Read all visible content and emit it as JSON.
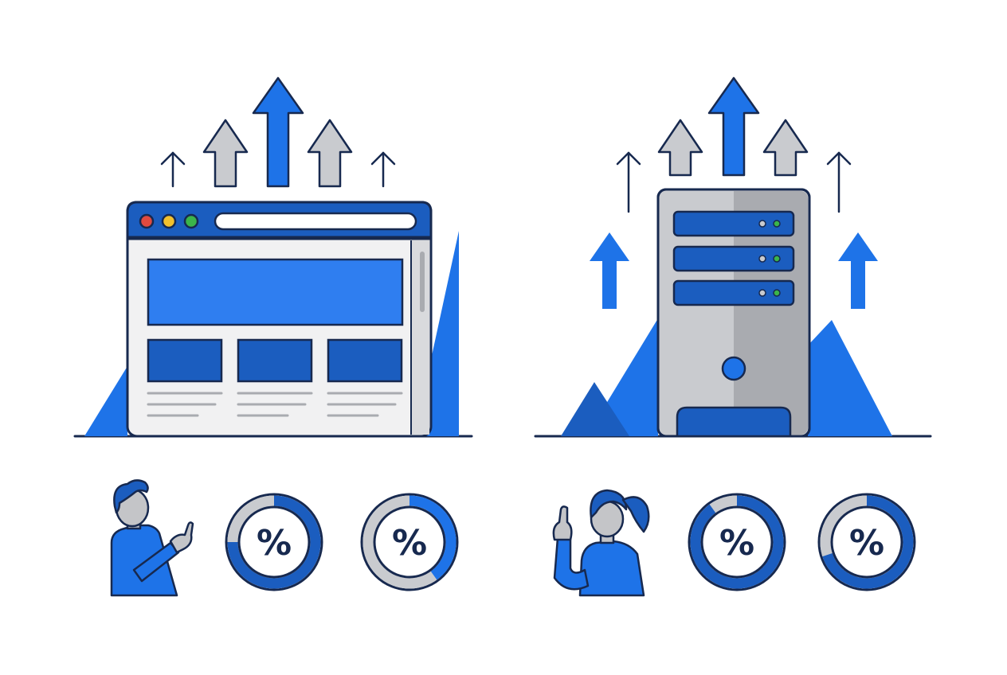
{
  "colors": {
    "background": "#ffffff",
    "outline": "#17294f",
    "primary_blue": "#1e73e8",
    "dark_blue": "#1b5dbf",
    "mid_blue": "#2f7ef0",
    "light_blue": "#4a90f0",
    "gray": "#c9cbcf",
    "light_gray": "#d9dadd",
    "panel_gray": "#f1f1f2",
    "skin": "#c4c5c8",
    "led_green": "#3bb54a",
    "led_red": "#e04a3f",
    "led_yellow": "#f2c12e"
  },
  "left_scene": {
    "icon": "browser-window-icon",
    "arrows": [
      "thin-up-arrow-icon",
      "gray-up-arrow-icon",
      "blue-up-arrow-icon",
      "gray-up-arrow-icon",
      "thin-up-arrow-icon"
    ],
    "person": "man-pointing-icon",
    "gauges": [
      {
        "label": "%",
        "fraction": 0.75,
        "icon": "percent-donut-icon"
      },
      {
        "label": "%",
        "fraction": 0.4,
        "icon": "percent-donut-icon"
      }
    ]
  },
  "right_scene": {
    "icon": "server-tower-icon",
    "arrows": [
      "thin-up-arrow-icon",
      "gray-up-arrow-icon",
      "blue-up-arrow-icon",
      "gray-up-arrow-icon",
      "thin-up-arrow-icon"
    ],
    "person": "woman-finger-up-icon",
    "gauges": [
      {
        "label": "%",
        "fraction": 0.9,
        "icon": "percent-donut-icon"
      },
      {
        "label": "%",
        "fraction": 0.7,
        "icon": "percent-donut-icon"
      }
    ]
  }
}
